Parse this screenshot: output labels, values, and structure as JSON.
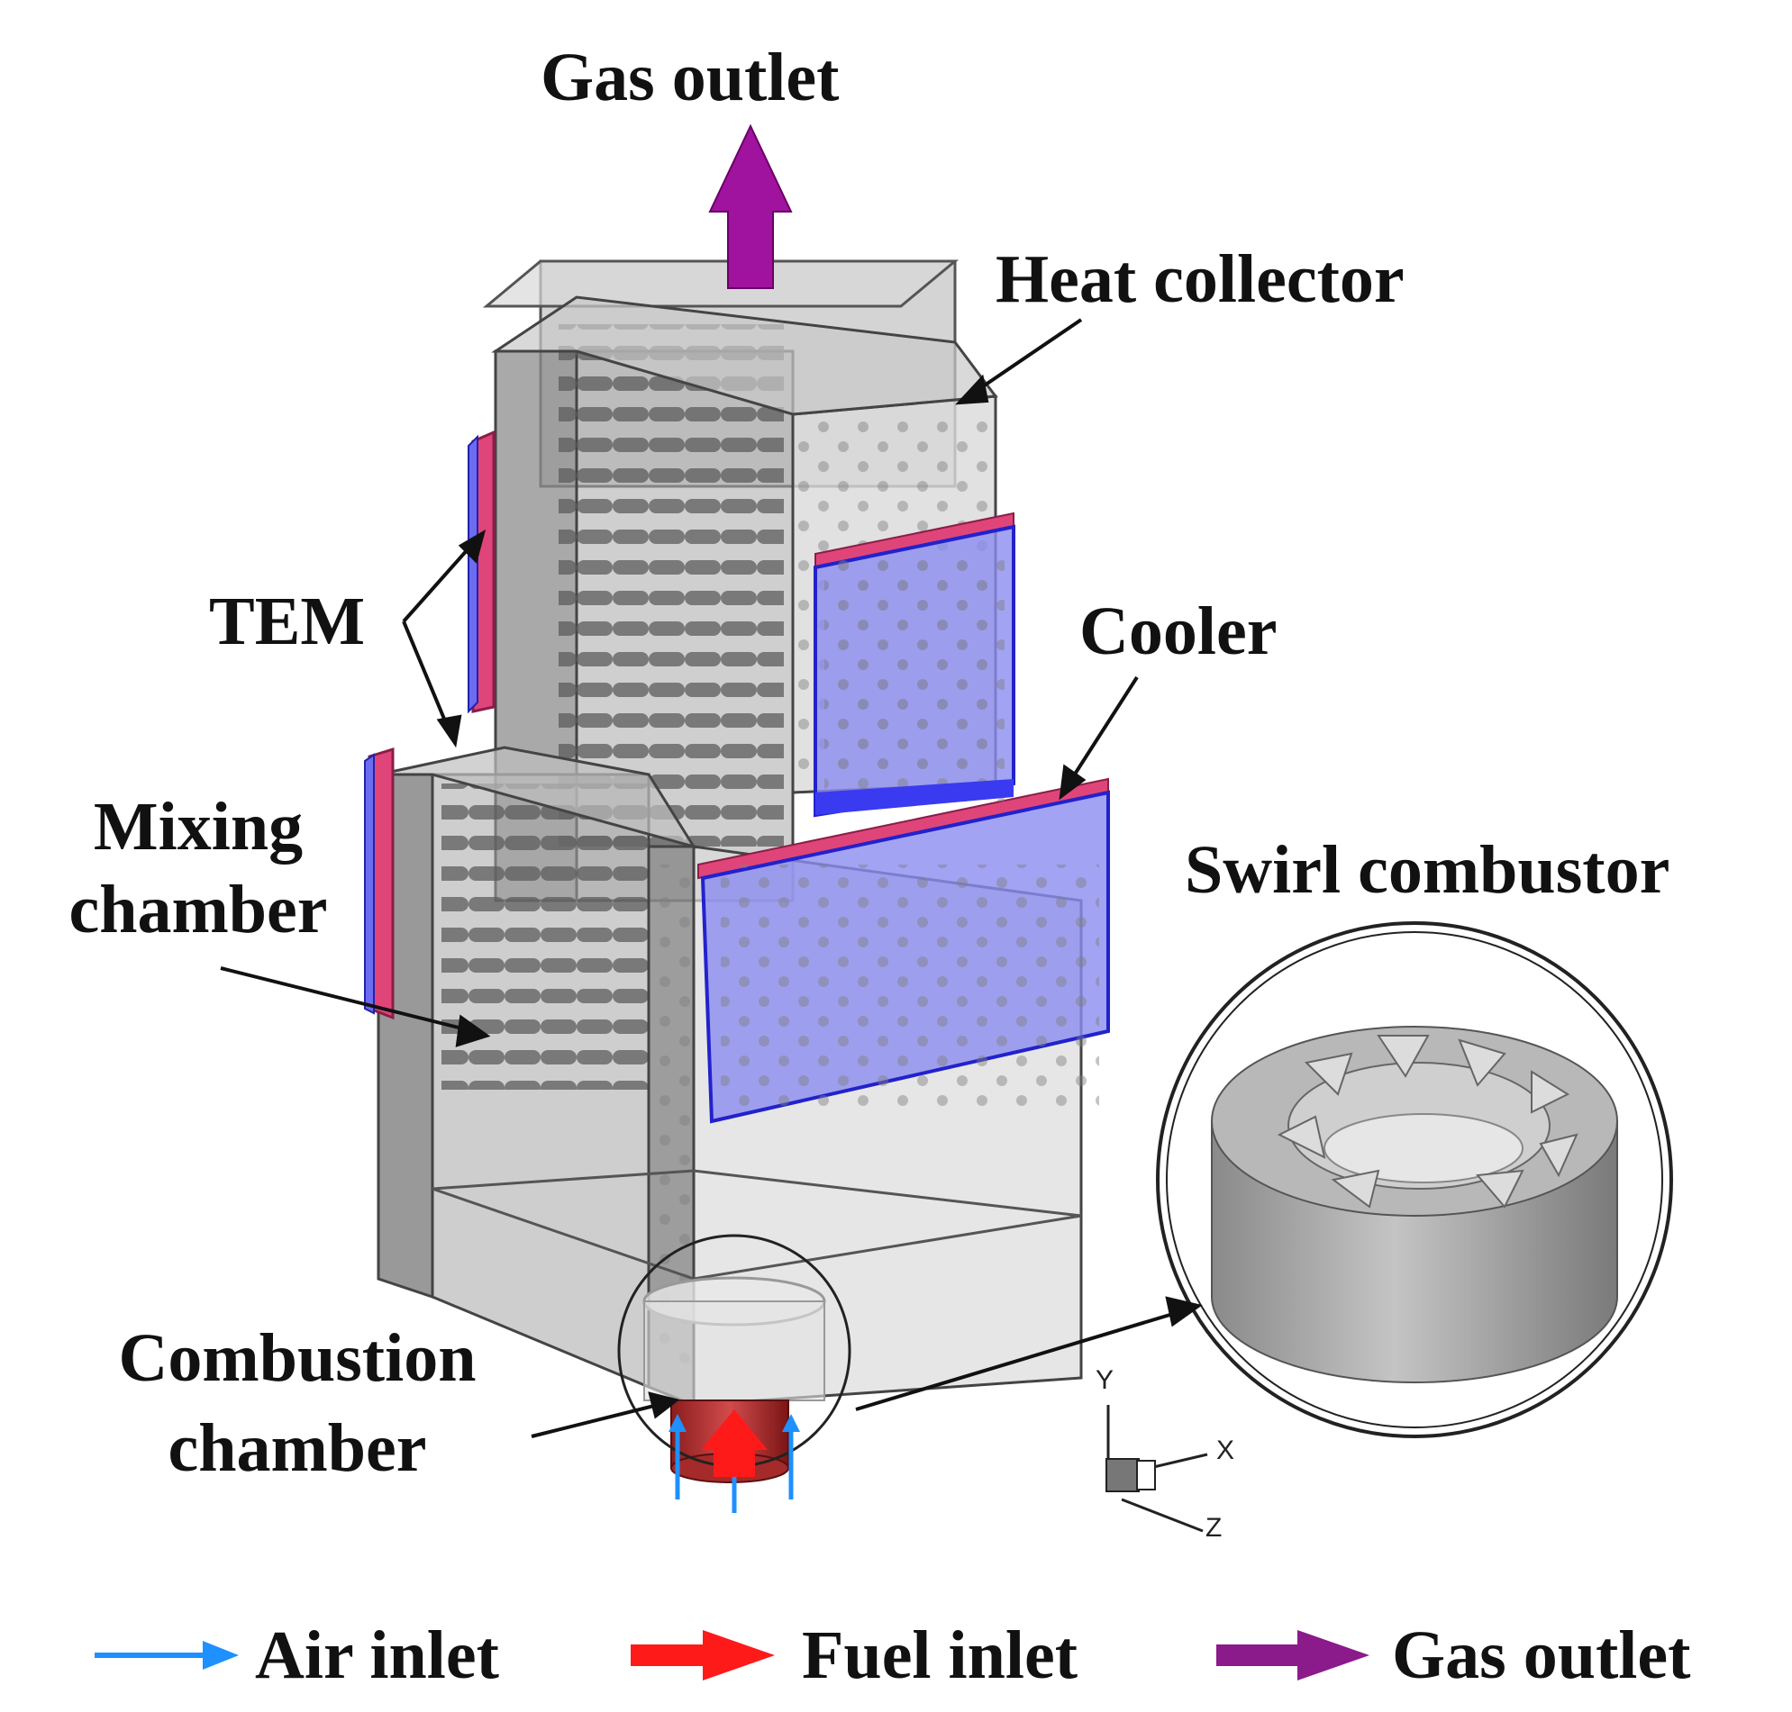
{
  "labels": {
    "gas_outlet_top": "Gas outlet",
    "heat_collector": "Heat collector",
    "tem": "TEM",
    "cooler": "Cooler",
    "mixing_line1": "Mixing",
    "mixing_line2": "chamber",
    "swirl_combustor": "Swirl combustor",
    "combustion_line1": "Combustion",
    "combustion_line2": "chamber"
  },
  "axes": {
    "y": "Y",
    "x": "X",
    "z": "Z"
  },
  "legend": [
    {
      "label": "Air inlet",
      "icon": "blue-arrow-icon",
      "color": "#1e90ff"
    },
    {
      "label": "Fuel inlet",
      "icon": "red-arrow-icon",
      "color": "#ff1a1a"
    },
    {
      "label": "Gas outlet",
      "icon": "purple-arrow-icon",
      "color": "#8b1a8b"
    }
  ],
  "colors": {
    "housing": "#9a9a9a",
    "cooler": "#8c8cf0",
    "tem": "#e0457a",
    "fuel": "#ff1a1a",
    "air": "#1e90ff",
    "gas": "#990099"
  }
}
